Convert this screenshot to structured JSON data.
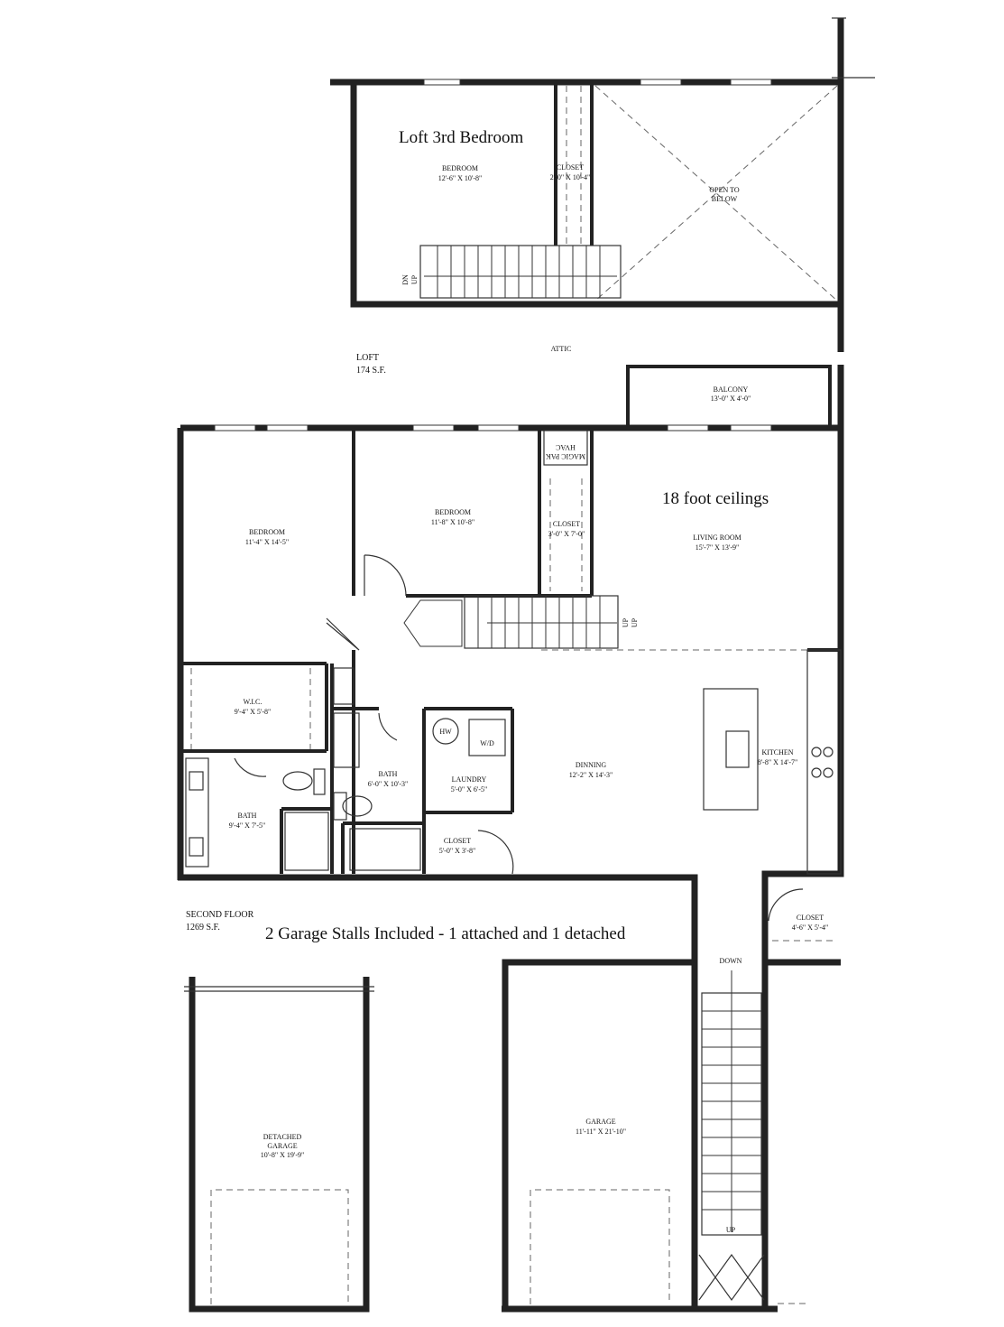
{
  "annotations": {
    "loft_bedroom_title": "Loft 3rd Bedroom",
    "ceilings_note": "18 foot ceilings",
    "garage_note": "2 Garage Stalls Included - 1 attached and 1 detached"
  },
  "areas": {
    "loft_name": "LOFT",
    "loft_sf": "174 S.F.",
    "second_floor_name": "SECOND FLOOR",
    "second_floor_sf": "1269 S.F.",
    "attic": "ATTIC"
  },
  "rooms": {
    "loft_bedroom": {
      "name": "BEDROOM",
      "size": "12'-6\" X 10'-8\""
    },
    "loft_closet": {
      "name": "CLOSET",
      "size": "2'-0\" X 10'-4\""
    },
    "open_to_below": {
      "line1": "OPEN TO",
      "line2": "BELOW"
    },
    "balcony": {
      "name": "BALCONY",
      "size": "13'-0\" X 4'-0\""
    },
    "hvac": {
      "line1": "HVAC",
      "line2": "MAGIC PAK"
    },
    "bedroom_west": {
      "name": "BEDROOM",
      "size": "11'-4\" X 14'-5\""
    },
    "bedroom_mid": {
      "name": "BEDROOM",
      "size": "11'-8\" X 10'-8\""
    },
    "closet_mid": {
      "name": "CLOSET",
      "size": "3'-0\" X 7'-0\""
    },
    "living_room": {
      "name": "LIVING ROOM",
      "size": "15'-7\" X 13'-9\""
    },
    "wic": {
      "name": "W.I.C.",
      "size": "9'-4\" X 5'-8\""
    },
    "bath_master": {
      "name": "BATH",
      "size": "9'-4\" X 7'-5\""
    },
    "bath_hall": {
      "name": "BATH",
      "size": "6'-0\" X 10'-3\""
    },
    "laundry": {
      "name": "LAUNDRY",
      "size": "5'-0\" X 6'-5\""
    },
    "closet_laundry": {
      "name": "CLOSET",
      "size": "5'-0\" X 3'-8\""
    },
    "dinning": {
      "name": "DINNING",
      "size": "12'-2\" X 14'-3\""
    },
    "kitchen": {
      "name": "KITCHEN",
      "size": "8'-8\" X 14'-7\""
    },
    "closet_entry": {
      "name": "CLOSET",
      "size": "4'-6\" X 5'-4\""
    },
    "detached_garage": {
      "line1": "DETACHED",
      "line2": "GARAGE",
      "size": "10'-8\" X 19'-9\""
    },
    "garage": {
      "name": "GARAGE",
      "size": "11'-11\" X 21'-10\""
    }
  },
  "fixtures": {
    "hw": "HW",
    "wd": "W/D"
  },
  "stairs": {
    "loft_dn": "DN",
    "loft_up": "UP",
    "main_up": "UP",
    "main_up2": "UP",
    "down": "DOWN",
    "up": "UP"
  }
}
